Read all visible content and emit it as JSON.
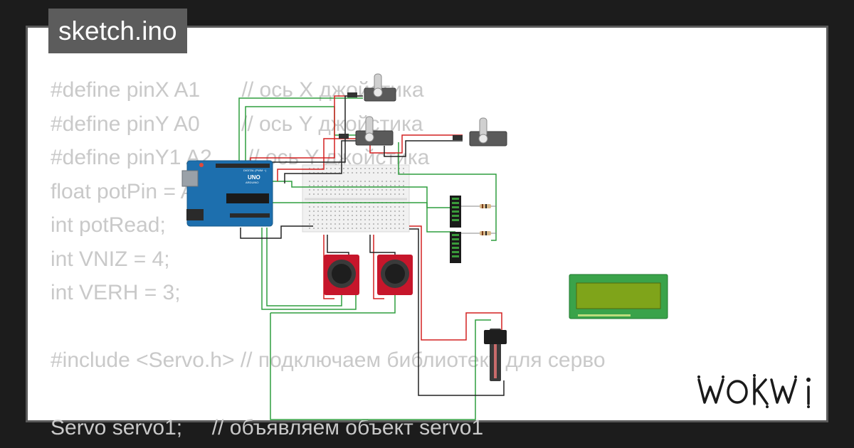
{
  "tab": {
    "filename": "sketch.ino"
  },
  "code_lines": [
    "#define pinX A1       // ось X джойстика",
    "#define pinY A0       // ось Y джойстика",
    "#define pinY1 A2      // ось Y джойстика",
    "float potPin = A5;",
    "int potRead;",
    "int VNIZ = 4;",
    "int VERH = 3;",
    "",
    "#include <Servo.h> // подключаем библиотеку для серво",
    "",
    "Servo servo1;     // объявляем объект servo1"
  ],
  "diagram": {
    "board_name": "UNO",
    "board_brand": "ARDUINO",
    "board_header_label": "DIGITAL (PWM ~)"
  },
  "brand": {
    "logo_text": "WOKWI"
  },
  "colors": {
    "background": "#1c1c1c",
    "card": "#ffffff",
    "card_border": "#5a5a5a",
    "code_text": "#c9c9c9",
    "tab_bg": "#5c5c5c",
    "wire_green": "#2f9e3e",
    "wire_red": "#d42020",
    "wire_black": "#222222",
    "arduino_blue": "#1d6fae",
    "lcd_green": "#7fa41a",
    "joystick_red": "#c6162b"
  }
}
